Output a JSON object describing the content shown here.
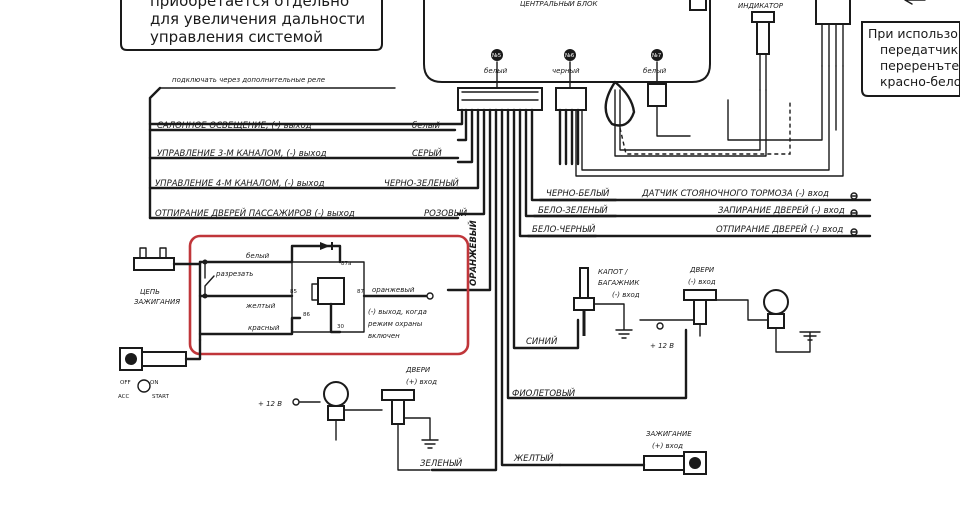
{
  "notes": {
    "top_left": [
      "приобретается отдельно",
      "для увеличения дальности",
      "управления системой"
    ],
    "top_right": [
      "При использо",
      "передатчика",
      "переренъте п",
      "красно-белог"
    ]
  },
  "unit": {
    "title": "ЦЕНТРАЛЬНЫЙ БЛОК",
    "pins": [
      {
        "num": "№5",
        "name": "белый"
      },
      {
        "num": "№6",
        "name": "черный"
      },
      {
        "num": "№7",
        "name": "белый"
      }
    ]
  },
  "indicator_label": "ИНДИКАТОР",
  "left_header": "подключать через дополнительные реле",
  "left_outputs": [
    {
      "function": "САЛОННОЕ ОСВЕЩЕНИЕ,  (-) выход",
      "color": "белый"
    },
    {
      "function": "УПРАВЛЕНИЕ 3-М КАНАЛОМ,  (-) выход",
      "color": "СЕРЫЙ"
    },
    {
      "function": "УПРАВЛЕНИЕ 4-М КАНАЛОМ,  (-) выход",
      "color": "ЧЕРНО-ЗЕЛЕНЫЙ"
    },
    {
      "function": "ОТПИРАНИЕ ДВЕРЕЙ ПАССАЖИРОВ (-) выход",
      "color": "РОЗОВЫЙ"
    }
  ],
  "right_wires": [
    {
      "color": "ЧЕРНО-БЕЛЫЙ",
      "function": "ДАТЧИК СТОЯНОЧНОГО ТОРМОЗА (-) вход"
    },
    {
      "color": "БЕЛО-ЗЕЛЕНЫЙ",
      "function": "ЗАПИРАНИЕ ДВЕРЕЙ (-) вход"
    },
    {
      "color": "БЕЛО-ЧЕРНЫЙ",
      "function": "ОТПИРАНИЕ ДВЕРЕЙ (-) вход"
    }
  ],
  "relay": {
    "wire_white": "белый",
    "switch_label": "разрезать",
    "wire_yellow": "желтый",
    "wire_red": "красный",
    "pins": [
      "87a",
      "87",
      "85",
      "86",
      "30"
    ],
    "wire_orange": "оранжевый",
    "note": [
      "(-) выход, когда",
      "режим охраны",
      "включен"
    ],
    "trunk_orange": "ОРАНЖЕВЫЙ"
  },
  "ignition_circuit": [
    "ЦЕПЬ",
    "ЗАЖИГАНИЯ"
  ],
  "key_switch": [
    "OFF",
    "ON",
    "ACC",
    "START"
  ],
  "hood": {
    "label": [
      "КАПОТ /",
      "БАГАЖНИК"
    ],
    "io": "(-) вход",
    "wire": "СИНИЙ"
  },
  "doors_right": {
    "label": "ДВЕРИ",
    "io": "(-) вход",
    "voltage": "+ 12 В"
  },
  "doors_left": {
    "label": "ДВЕРИ",
    "io": "(+) вход",
    "voltage": "+ 12 В",
    "wire": "ЗЕЛЕНЫЙ"
  },
  "violet_wire": "ФИОЛЕТОВЫЙ",
  "ignition_input": {
    "label": "ЗАЖИГАНИЕ",
    "io": "(+) вход",
    "wire": "ЖЕЛТЫЙ"
  }
}
